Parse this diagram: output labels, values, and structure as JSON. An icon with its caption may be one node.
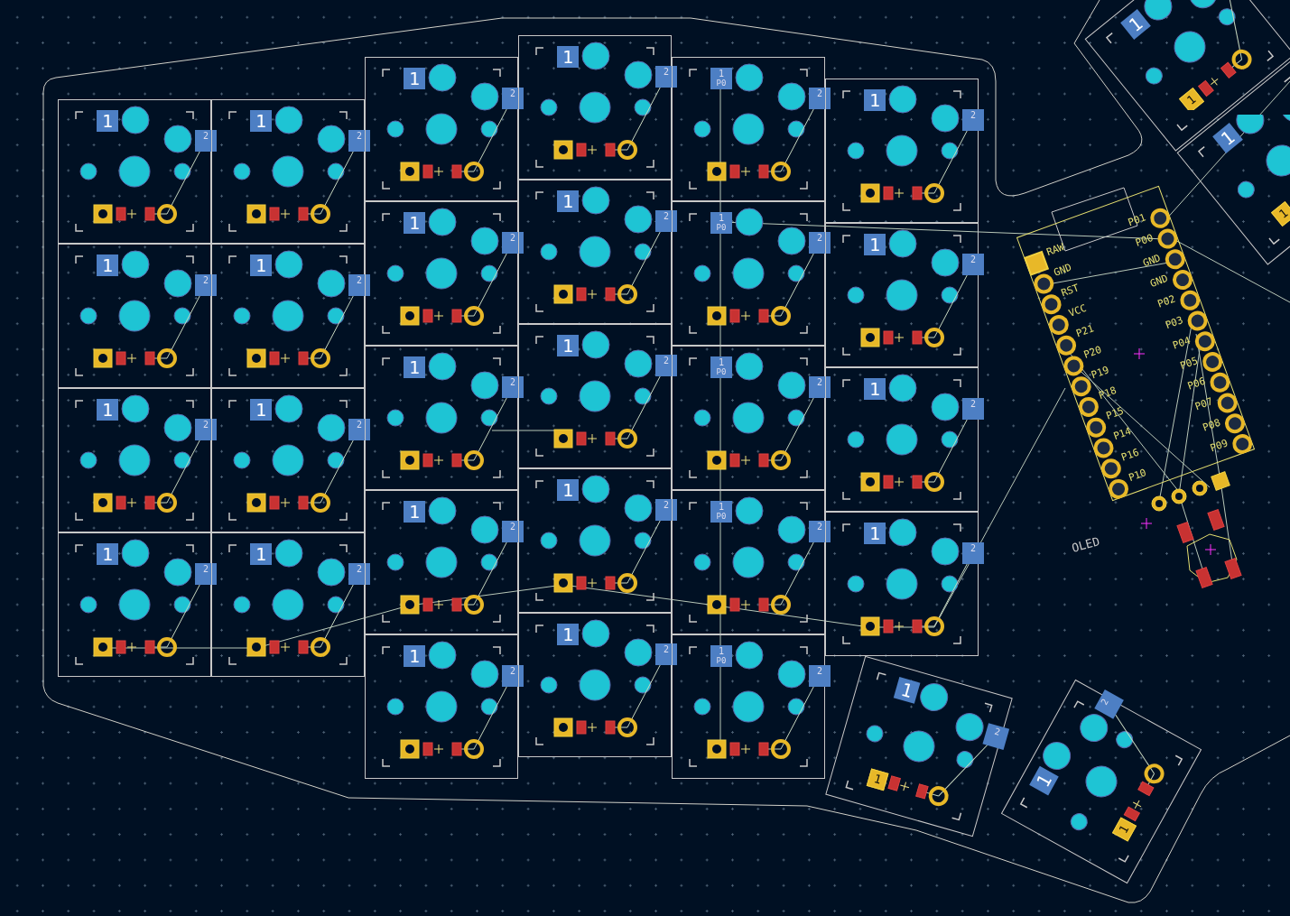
{
  "diagram": {
    "nodes": [
      {
        "text": [
          "1",
          "2"
        ]
      },
      {
        "text": [
          "1",
          "2"
        ]
      },
      {
        "text": [
          "1",
          "2"
        ]
      },
      {
        "text": [
          "1",
          "2"
        ]
      },
      {
        "text": [
          "1",
          "2"
        ]
      },
      {
        "text": [
          "1",
          "2"
        ]
      },
      {
        "text": [
          "1",
          "2"
        ]
      },
      {
        "text": [
          "1",
          "2"
        ]
      },
      {
        "text": [
          "1",
          "2"
        ]
      },
      {
        "text": [
          "1",
          "2"
        ]
      },
      {
        "text": [
          "1",
          "2"
        ]
      },
      {
        "text": [
          "1",
          "2"
        ]
      },
      {
        "text": [
          "1",
          "2"
        ]
      },
      {
        "text": [
          "1",
          "2"
        ]
      },
      {
        "text": [
          "1",
          "2"
        ]
      },
      {
        "text": [
          "1",
          "2"
        ]
      },
      {
        "text": [
          "1",
          "2"
        ]
      },
      {
        "text": [
          "1",
          "2"
        ]
      },
      {
        "text": [
          "1",
          "P0",
          "2"
        ]
      },
      {
        "text": [
          "1",
          "P0",
          "2"
        ]
      },
      {
        "text": [
          "1",
          "P0",
          "2"
        ]
      },
      {
        "text": [
          "1",
          "P0",
          "2"
        ]
      },
      {
        "text": [
          "1",
          "P0",
          "2"
        ]
      },
      {
        "text": [
          "1",
          "2"
        ]
      },
      {
        "text": [
          "1",
          "2"
        ]
      },
      {
        "text": [
          "1",
          "2"
        ]
      },
      {
        "text": [
          "1",
          "2"
        ]
      },
      {
        "text": [
          "1",
          "2",
          "1"
        ]
      },
      {
        "text": [
          "2",
          "1",
          "1"
        ]
      },
      {
        "text": [
          "1",
          "1"
        ]
      },
      {
        "text": [
          "1",
          "1"
        ]
      },
      {
        "text": [
          "RAW",
          "GND",
          "RST",
          "VCC",
          "P21",
          "P20",
          "P19",
          "P18",
          "P15",
          "P14",
          "P16",
          "P10",
          "P01",
          "P00",
          "GND",
          "GND",
          "P02",
          "P03",
          "P04",
          "P05",
          "P06",
          "P07",
          "P08",
          "P09"
        ]
      }
    ],
    "labels": [
      "OLED"
    ]
  }
}
